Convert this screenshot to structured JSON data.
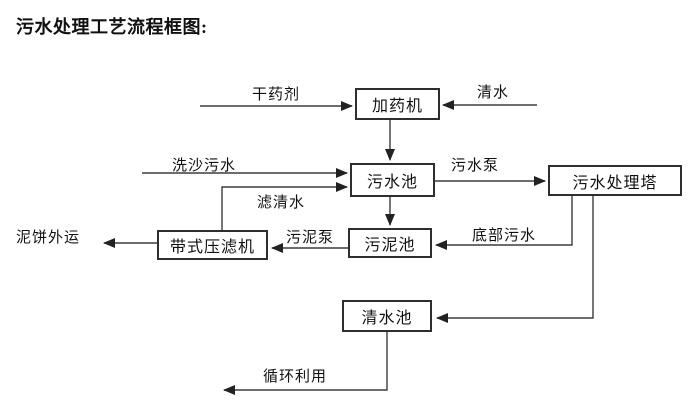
{
  "title": "污水处理工艺流程框图:",
  "diagram": {
    "nodes": {
      "dosing_machine": {
        "label": "加药机"
      },
      "sewage_pool": {
        "label": "污水池"
      },
      "treatment_tower": {
        "label": "污水处理塔"
      },
      "sludge_pool": {
        "label": "污泥池"
      },
      "belt_filter_press": {
        "label": "带式压滤机"
      },
      "clean_water_pool": {
        "label": "清水池"
      }
    },
    "flow_labels": {
      "dry_agent": "干药剂",
      "clean_water_in": "清水",
      "sand_wash_sewage": "洗沙污水",
      "filtered_water": "滤清水",
      "sewage_pump": "污水泵",
      "bottom_sewage": "底部污水",
      "sludge_pump": "污泥泵",
      "mud_cake_out": "泥饼外运",
      "recycling": "循环利用"
    },
    "colors": {
      "background": "#ffffff",
      "line": "#3d3d3d",
      "box_border": "#2e2e2e",
      "text": "#111111"
    }
  }
}
